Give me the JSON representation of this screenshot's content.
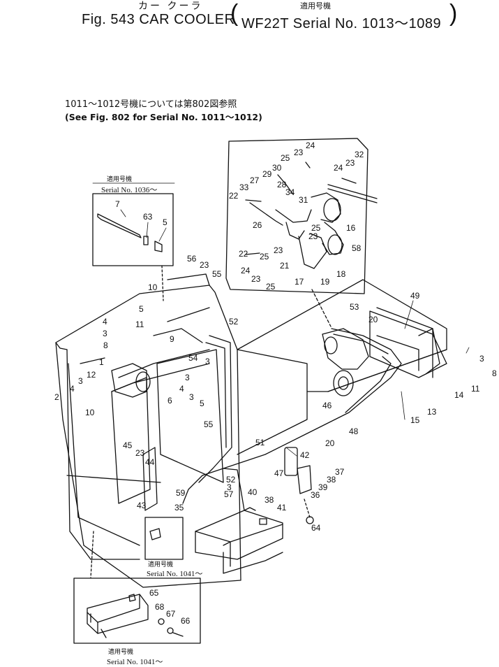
{
  "header": {
    "title_jp": "カー クーラ",
    "applicable_jp": "適用号機",
    "title": "Fig. 543 CAR COOLER",
    "serial_range": "WF22T Serial No. 1013～1089"
  },
  "note": {
    "jp": "1011～1012号機については第802図参照",
    "en": "(See Fig. 802 for Serial No. 1011～1012)"
  },
  "insets": {
    "top_left": {
      "applicable_jp": "適用号機",
      "serial": "Serial No. 1036～"
    },
    "mid_label": {
      "applicable_jp": "適用号機",
      "serial": "Serial No. 1041～"
    },
    "bottom": {
      "applicable_jp": "適用号機",
      "serial": "Serial No. 1041～"
    }
  },
  "callouts": [
    "24",
    "23",
    "25",
    "30",
    "32",
    "23",
    "24",
    "29",
    "27",
    "28",
    "33",
    "34",
    "22",
    "31",
    "26",
    "16",
    "25",
    "23",
    "22",
    "25",
    "23",
    "58",
    "21",
    "24",
    "23",
    "18",
    "17",
    "19",
    "25",
    "7",
    "63",
    "5",
    "56",
    "23",
    "55",
    "10",
    "5",
    "11",
    "52",
    "4",
    "3",
    "9",
    "8",
    "1",
    "54",
    "3",
    "12",
    "3",
    "4",
    "2",
    "3",
    "10",
    "6",
    "5",
    "55",
    "4",
    "3",
    "53",
    "49",
    "20",
    "3",
    "8",
    "11",
    "14",
    "13",
    "15",
    "46",
    "48",
    "20",
    "42",
    "51",
    "37",
    "38",
    "39",
    "36",
    "47",
    "40",
    "38",
    "41",
    "64",
    "45",
    "23",
    "44",
    "52",
    "3",
    "57",
    "59",
    "35",
    "43",
    "65",
    "68",
    "67",
    "66"
  ]
}
